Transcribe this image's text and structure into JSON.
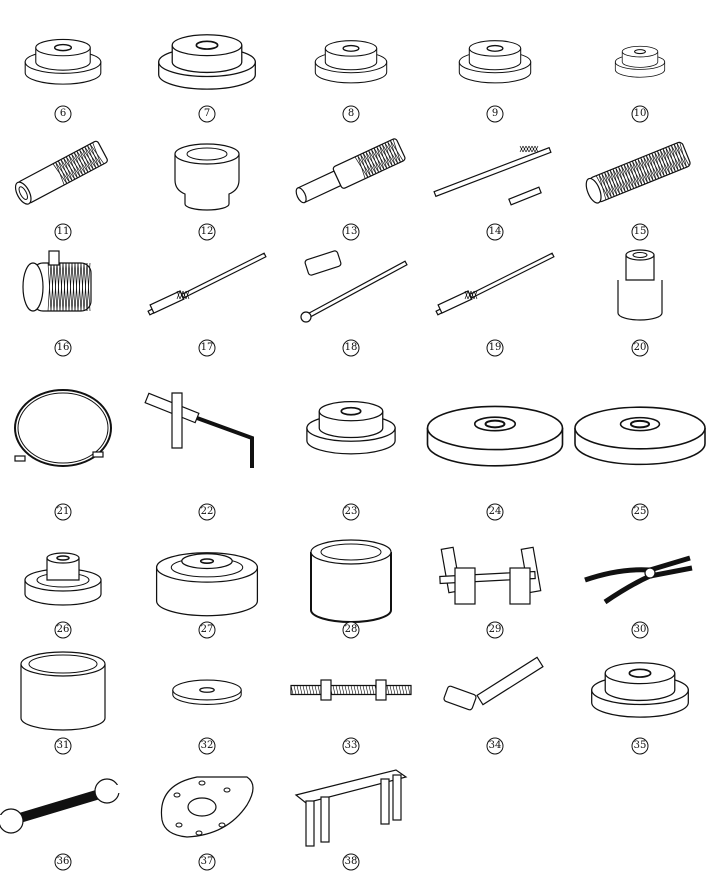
{
  "labels": [
    "6",
    "7",
    "8",
    "9",
    "10",
    "11",
    "12",
    "13",
    "14",
    "15",
    "16",
    "17",
    "18",
    "19",
    "20",
    "21",
    "22",
    "23",
    "24",
    "25",
    "26",
    "27",
    "28",
    "29",
    "30",
    "31",
    "32",
    "33",
    "34",
    "35",
    "36",
    "37",
    "38"
  ],
  "tools": [
    {
      "id": "6",
      "icon": "installer-disc-icon"
    },
    {
      "id": "7",
      "icon": "large-installer-disc-icon"
    },
    {
      "id": "8",
      "icon": "installer-disc-icon"
    },
    {
      "id": "9",
      "icon": "installer-disc-icon"
    },
    {
      "id": "10",
      "icon": "small-installer-cup-icon"
    },
    {
      "id": "11",
      "icon": "knurled-handle-icon"
    },
    {
      "id": "12",
      "icon": "bearing-installer-icon"
    },
    {
      "id": "13",
      "icon": "driver-handle-icon"
    },
    {
      "id": "14",
      "icon": "threaded-shaft-icon"
    },
    {
      "id": "15",
      "icon": "knurled-tube-icon"
    },
    {
      "id": "16",
      "icon": "knurled-nut-tool-icon"
    },
    {
      "id": "17",
      "icon": "long-puller-shaft-icon"
    },
    {
      "id": "18",
      "icon": "puller-set-icon"
    },
    {
      "id": "19",
      "icon": "long-puller-shaft-icon"
    },
    {
      "id": "20",
      "icon": "stepped-adapter-icon"
    },
    {
      "id": "21",
      "icon": "cable-loop-icon"
    },
    {
      "id": "22",
      "icon": "t-socket-wrench-icon"
    },
    {
      "id": "23",
      "icon": "installer-disc-icon"
    },
    {
      "id": "24",
      "icon": "large-flat-disc-icon"
    },
    {
      "id": "25",
      "icon": "large-flat-disc-icon"
    },
    {
      "id": "26",
      "icon": "slotted-holder-icon"
    },
    {
      "id": "27",
      "icon": "stepped-ring-installer-icon"
    },
    {
      "id": "28",
      "icon": "sleeve-installer-icon"
    },
    {
      "id": "29",
      "icon": "bearing-puller-icon"
    },
    {
      "id": "30",
      "icon": "snap-ring-pliers-icon"
    },
    {
      "id": "31",
      "icon": "cylinder-sleeve-icon"
    },
    {
      "id": "32",
      "icon": "thin-plate-disc-icon"
    },
    {
      "id": "33",
      "icon": "threaded-rod-icon"
    },
    {
      "id": "34",
      "icon": "angled-socket-tool-icon"
    },
    {
      "id": "35",
      "icon": "large-installer-disc-icon"
    },
    {
      "id": "36",
      "icon": "open-end-wrench-icon"
    },
    {
      "id": "37",
      "icon": "holder-plate-icon"
    },
    {
      "id": "38",
      "icon": "holding-bar-icon"
    }
  ]
}
